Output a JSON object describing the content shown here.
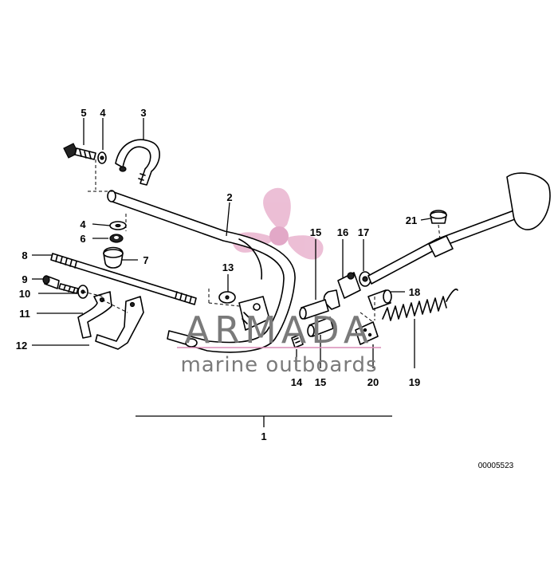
{
  "diagram": {
    "labels": {
      "p1": "1",
      "p2": "2",
      "p3": "3",
      "p4a": "4",
      "p4b": "4",
      "p5": "5",
      "p6": "6",
      "p7": "7",
      "p8": "8",
      "p9": "9",
      "p10": "10",
      "p11": "11",
      "p12": "12",
      "p13": "13",
      "p14": "14",
      "p15a": "15",
      "p15b": "15",
      "p16": "16",
      "p17": "17",
      "p18": "18",
      "p19": "19",
      "p20": "20",
      "p21": "21"
    },
    "catalog_number": "00005523"
  },
  "watermark": {
    "brand": "ARMADA",
    "tagline": "marine outboards",
    "logo_color": "#d98bb5"
  }
}
